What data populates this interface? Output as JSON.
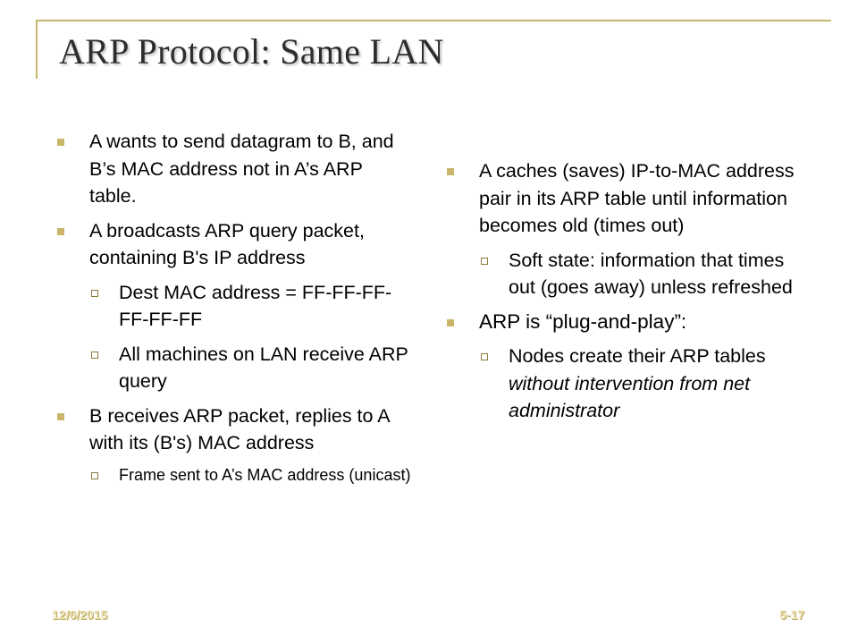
{
  "slide": {
    "title": "ARP Protocol: Same LAN",
    "left_column": {
      "b1": "A wants to send datagram to B, and B’s MAC address not in A’s ARP table.",
      "b2": "A broadcasts ARP query packet, containing B's IP address",
      "b2_sub1": "Dest MAC address = FF-FF-FF-FF-FF-FF",
      "b2_sub2": "All machines on LAN receive ARP query",
      "b3": "B receives ARP packet, replies to A with its (B's) MAC address",
      "b3_sub1": "Frame sent to A’s MAC address (unicast)"
    },
    "right_column": {
      "b1": "A caches (saves) IP-to-MAC address pair in its ARP table until information becomes old (times out)",
      "b1_sub1": "Soft state: information that times out (goes away) unless refreshed",
      "b2": "ARP is “plug-and-play”:",
      "b2_sub1_lead": "Nodes create their ARP tables ",
      "b2_sub1_italic": "without intervention from net administrator"
    },
    "footer": {
      "date": "12/6/2015",
      "page": "5-17"
    }
  },
  "colors": {
    "accent": "#c9b66b",
    "title": "#2d2d2d",
    "footer": "#ece2b3"
  }
}
